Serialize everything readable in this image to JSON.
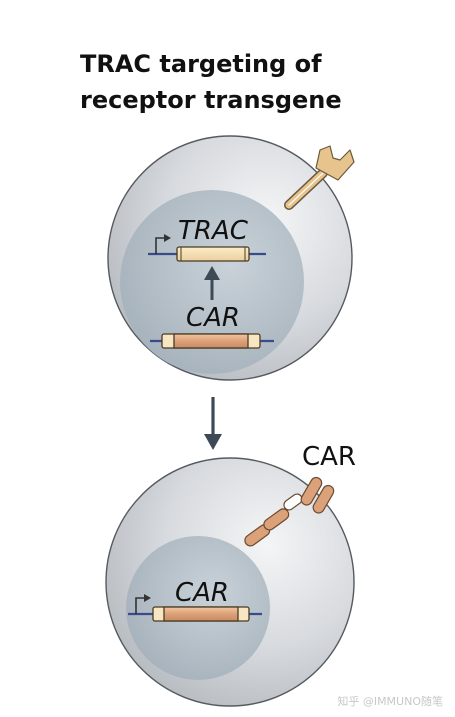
{
  "title": {
    "line1": "TRAC targeting of",
    "line2": "receptor transgene"
  },
  "top_cell": {
    "gene_trac_label": "TRAC",
    "gene_car_label": "CAR"
  },
  "bottom_cell": {
    "car_receptor_label": "CAR",
    "gene_car_label": "CAR"
  },
  "watermark": "知乎 @IMMUNO随笔",
  "colors": {
    "cell_outer": "#c9cdd1",
    "nucleus": "#a9b5bf",
    "dna_line": "#3a4a8a",
    "trac_gene": "#f3dcae",
    "car_gene": "#e1a77a",
    "arrow": "#3d4a55",
    "receptor_tan": "#e7c48d"
  }
}
